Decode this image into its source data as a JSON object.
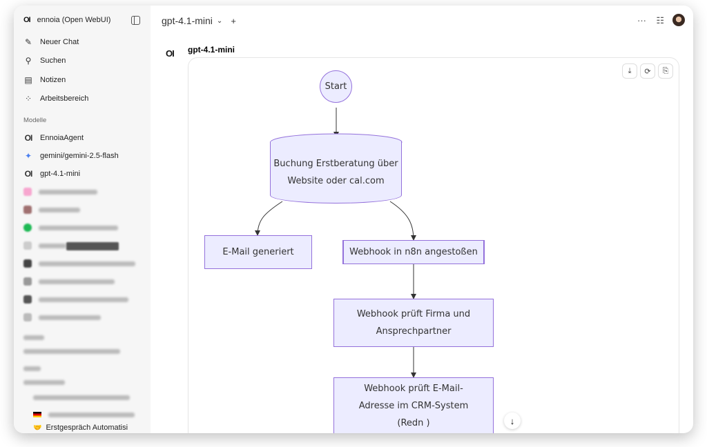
{
  "sidebar": {
    "workspace": "ennoia (Open WebUI)",
    "nav": [
      {
        "label": "Neuer Chat",
        "icon": "pencil-square-icon"
      },
      {
        "label": "Suchen",
        "icon": "search-icon"
      },
      {
        "label": "Notizen",
        "icon": "note-icon"
      },
      {
        "label": "Arbeitsbereich",
        "icon": "grid-plus-icon"
      }
    ],
    "models_header": "Modelle",
    "models": [
      {
        "label": "EnnoiaAgent",
        "icon": "openwebui-logo-icon"
      },
      {
        "label": "gemini/gemini-2.5-flash",
        "icon": "gemini-sparkle-icon"
      },
      {
        "label": "gpt-4.1-mini",
        "icon": "openwebui-logo-icon"
      }
    ],
    "last_chat": "Erstgespräch Automatisi"
  },
  "header": {
    "model": "gpt-4.1-mini"
  },
  "message": {
    "model": "gpt-4.1-mini"
  },
  "diagram": {
    "start": "Start",
    "booking": [
      "Buchung Erstberatung über",
      "Website oder cal.com"
    ],
    "email": "E-Mail generiert",
    "webhook": "Webhook in n8n angestoßen",
    "check_company": [
      "Webhook prüft Firma und",
      "Ansprechpartner"
    ],
    "check_email": [
      "Webhook prüft E-Mail-",
      "Adresse im CRM-System",
      "(Redn   )"
    ],
    "fill": "#ececff",
    "stroke": "#9370db"
  }
}
